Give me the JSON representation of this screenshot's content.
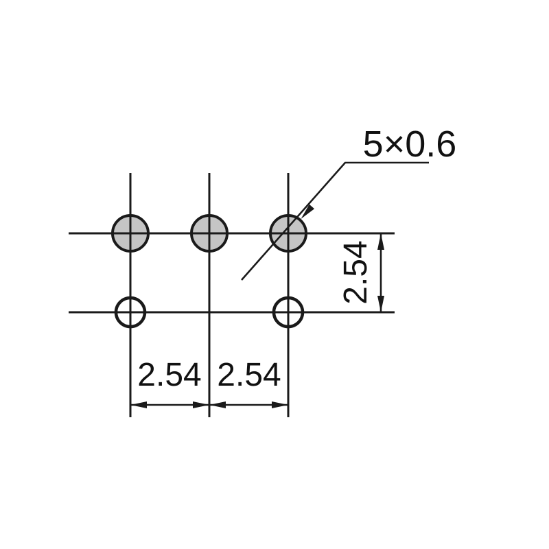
{
  "diagram": {
    "callout": {
      "label": "5×0.6"
    },
    "dimensions": {
      "pitch_left": "2.54",
      "pitch_right": "2.54",
      "pitch_vertical": "2.54"
    },
    "features": {
      "top_row_pad_count": 3,
      "bottom_row_hole_count": 2
    },
    "colors": {
      "line": "#1a1a1a",
      "pad_fill": "#c5c5c5",
      "hole_fill": "#ffffff",
      "background": "#ffffff"
    }
  }
}
